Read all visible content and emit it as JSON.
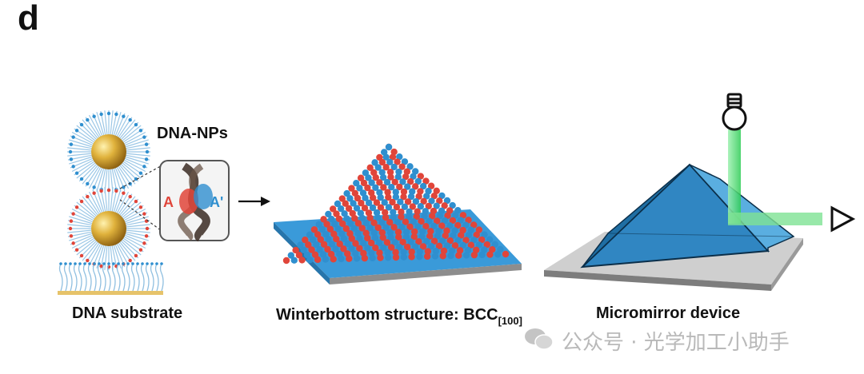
{
  "figure": {
    "panel_letter": "d",
    "labels": {
      "dna_nps": "DNA-NPs",
      "dna_substrate": "DNA substrate",
      "winterbottom_main": "Winterbottom structure: BCC",
      "winterbottom_sub": "[100]",
      "micromirror": "Micromirror device",
      "strand_a": "A",
      "strand_a_prime": "A'"
    },
    "colors": {
      "gold": "#c9982c",
      "blue_particle": "#2f8fcf",
      "red_particle": "#e0453a",
      "pyramid_blue": "#2e86c1",
      "substrate_blue": "#3a9ad9",
      "light_beam": "#4cd964"
    }
  },
  "watermark": {
    "text": "公众号 · 光学加工小助手",
    "icon": "wechat-icon"
  }
}
